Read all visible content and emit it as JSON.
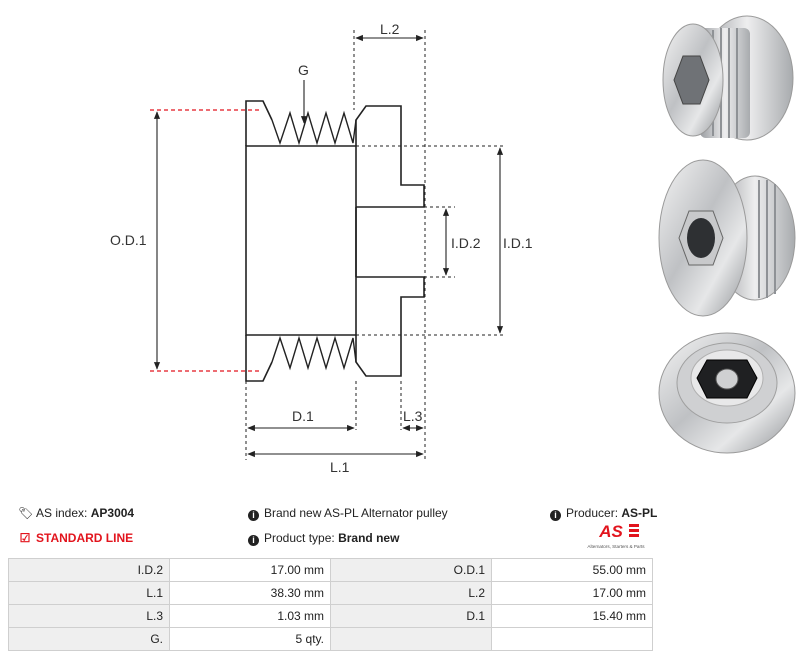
{
  "diagram": {
    "labels": {
      "g": "G",
      "od1": "O.D.1",
      "id1": "I.D.1",
      "id2": "I.D.2",
      "d1": "D.1",
      "l1": "L.1",
      "l2": "L.2",
      "l3": "L.3"
    }
  },
  "photos": [
    {
      "name": "pulley-side-view-photo"
    },
    {
      "name": "pulley-front-view-photo"
    },
    {
      "name": "pulley-rear-view-photo"
    }
  ],
  "info": {
    "as_index_label": "AS index:",
    "as_index_value": "AP3004",
    "line_label": "STANDARD LINE",
    "description": "Brand new AS-PL Alternator pulley",
    "product_type_label": "Product type:",
    "product_type_value": "Brand new",
    "producer_label": "Producer:",
    "producer_value": "AS-PL",
    "logo_text": "AS",
    "logo_tagline": "Alternators, Starters & Parts"
  },
  "colors": {
    "accent_red": "#e2141d",
    "table_key_bg": "#efefef",
    "table_border": "#cfcfcf"
  },
  "spec_table": [
    {
      "k1": "I.D.2",
      "v1": "17.00 mm",
      "k2": "O.D.1",
      "v2": "55.00 mm"
    },
    {
      "k1": "L.1",
      "v1": "38.30 mm",
      "k2": "L.2",
      "v2": "17.00 mm"
    },
    {
      "k1": "L.3",
      "v1": "1.03 mm",
      "k2": "D.1",
      "v2": "15.40 mm"
    },
    {
      "k1": "G.",
      "v1": "5 qty.",
      "k2": "",
      "v2": ""
    }
  ]
}
